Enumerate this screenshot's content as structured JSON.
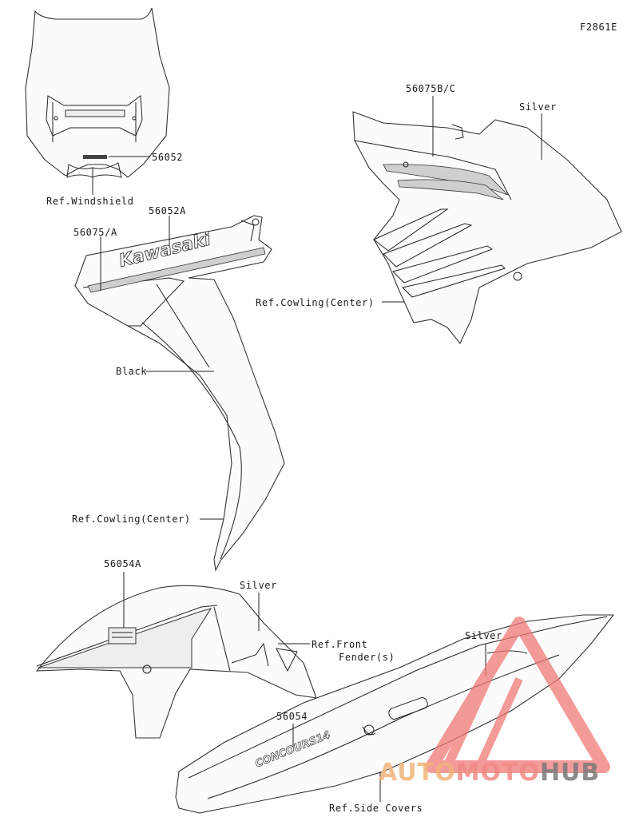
{
  "figure_code": "F2861E",
  "labels": {
    "p56052": "56052",
    "ref_windshield": "Ref.Windshield",
    "p56052A": "56052A",
    "p56075A": "56075/A",
    "p56075BC": "56075B/C",
    "silver_top": "Silver",
    "ref_cowling_center_right": "Ref.Cowling(Center)",
    "black": "Black",
    "ref_cowling_center_left": "Ref.Cowling(Center)",
    "p56054A": "56054A",
    "silver_fender": "Silver",
    "ref_front_fender_1": "Ref.Front",
    "ref_front_fender_2": "Fender(s)",
    "silver_side": "Silver",
    "p56054": "56054",
    "ref_side_covers": "Ref.Side Covers"
  },
  "decal_text": {
    "kawasaki": "Kawasaki",
    "concours": "CONCOURS14"
  },
  "watermark": {
    "part1": "AUTO",
    "part2": "MOTO",
    "part3": "HUB",
    "color1": "#f2b37a",
    "color2": "#f08a86",
    "color3": "#7a7a7a"
  }
}
